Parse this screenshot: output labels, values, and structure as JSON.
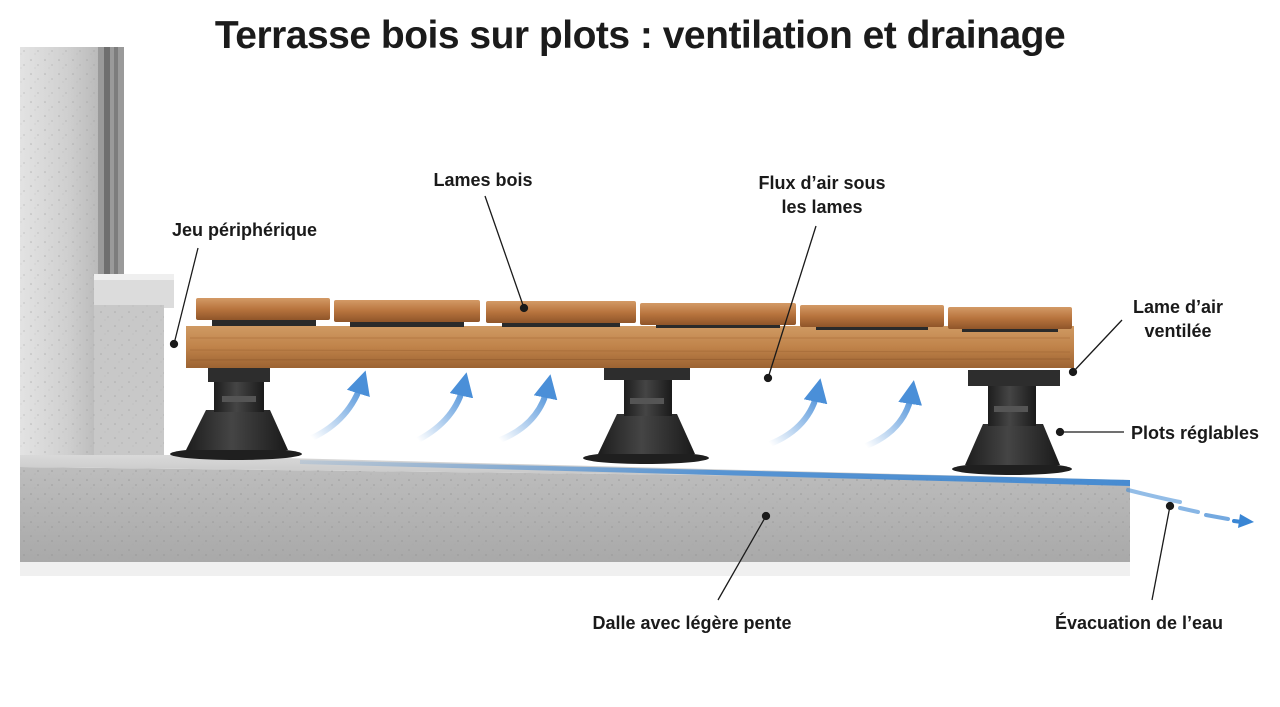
{
  "title": "Terrasse bois sur plots : ventilation et drainage",
  "labels": {
    "lames_bois": "Lames bois",
    "flux_air_line1": "Flux d’air sous",
    "flux_air_line2": "les lames",
    "jeu_peripherique": "Jeu périphérique",
    "lame_air_line1": "Lame d’air",
    "lame_air_line2": "ventilée",
    "plots_reglables": "Plots réglables",
    "dalle": "Dalle avec légère pente",
    "evacuation": "Évacuation de l’eau"
  },
  "colors": {
    "wood": "#b8743e",
    "wood_dark": "#8a4f24",
    "concrete": "#c9c9c9",
    "wall": "#cfcfcf",
    "pedestal": "#2b2b2b",
    "air_arrow": "#4a8fd8",
    "water": "#3a86d4"
  },
  "icons": {
    "airflow": "curved-arrow-up",
    "water_flow": "arrow-right"
  }
}
